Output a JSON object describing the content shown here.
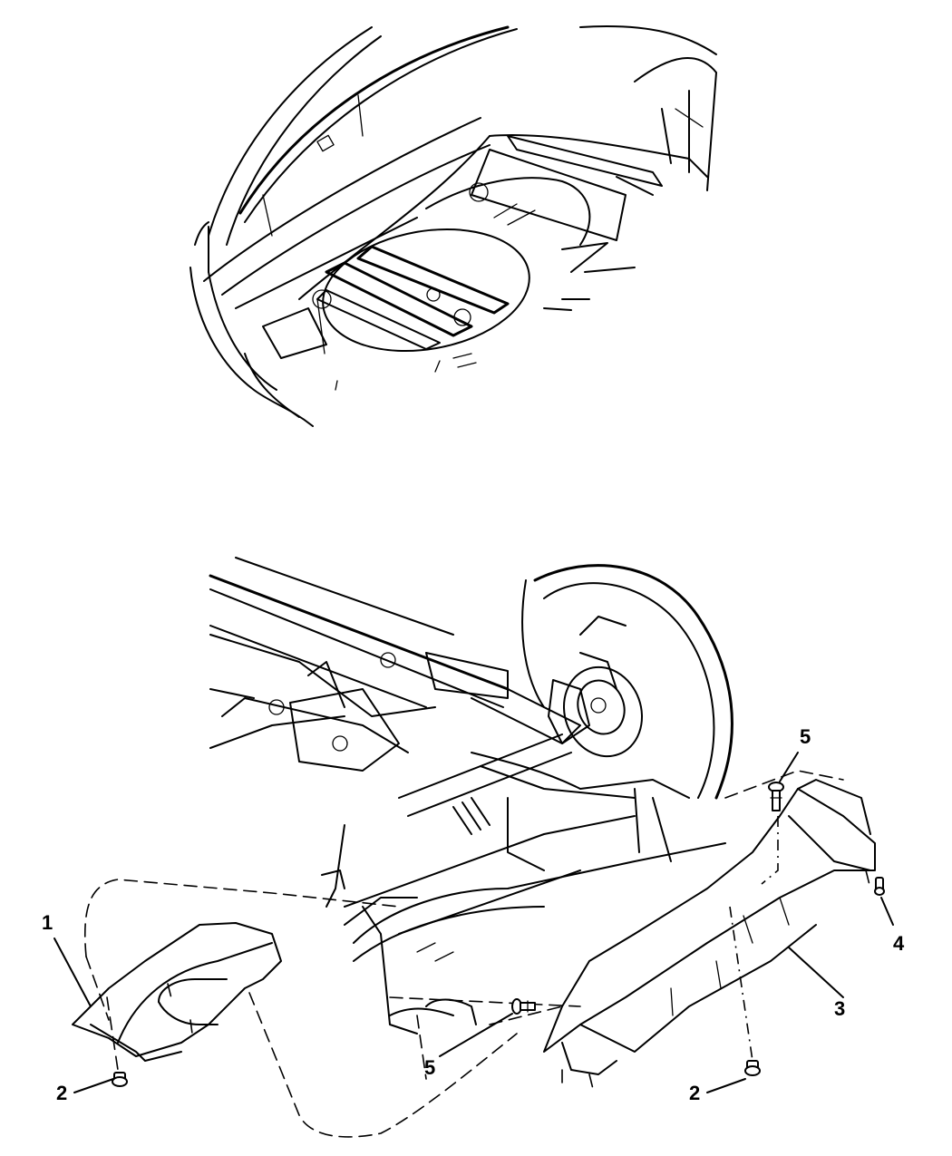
{
  "diagram": {
    "type": "exploded-parts-view",
    "views": [
      {
        "id": "top-view",
        "description": "Vehicle underbody, front bumper/fascia and floor pan from below"
      },
      {
        "id": "bottom-view",
        "description": "Front suspension, wheel well and underbody splash shields exploded"
      }
    ],
    "callouts": [
      {
        "id": "c1",
        "label": "1",
        "part": "Left splash shield"
      },
      {
        "id": "c2a",
        "label": "2",
        "part": "Screw (left shield)"
      },
      {
        "id": "c3",
        "label": "3",
        "part": "Front underbody shield"
      },
      {
        "id": "c4",
        "label": "4",
        "part": "Screw"
      },
      {
        "id": "c5a",
        "label": "5",
        "part": "Push-pin retainer (upper)"
      },
      {
        "id": "c5b",
        "label": "5",
        "part": "Push-pin retainer (lower)"
      },
      {
        "id": "c2b",
        "label": "2",
        "part": "Screw (right shield)"
      }
    ],
    "colors": {
      "line": "#000000",
      "background": "#ffffff"
    }
  }
}
